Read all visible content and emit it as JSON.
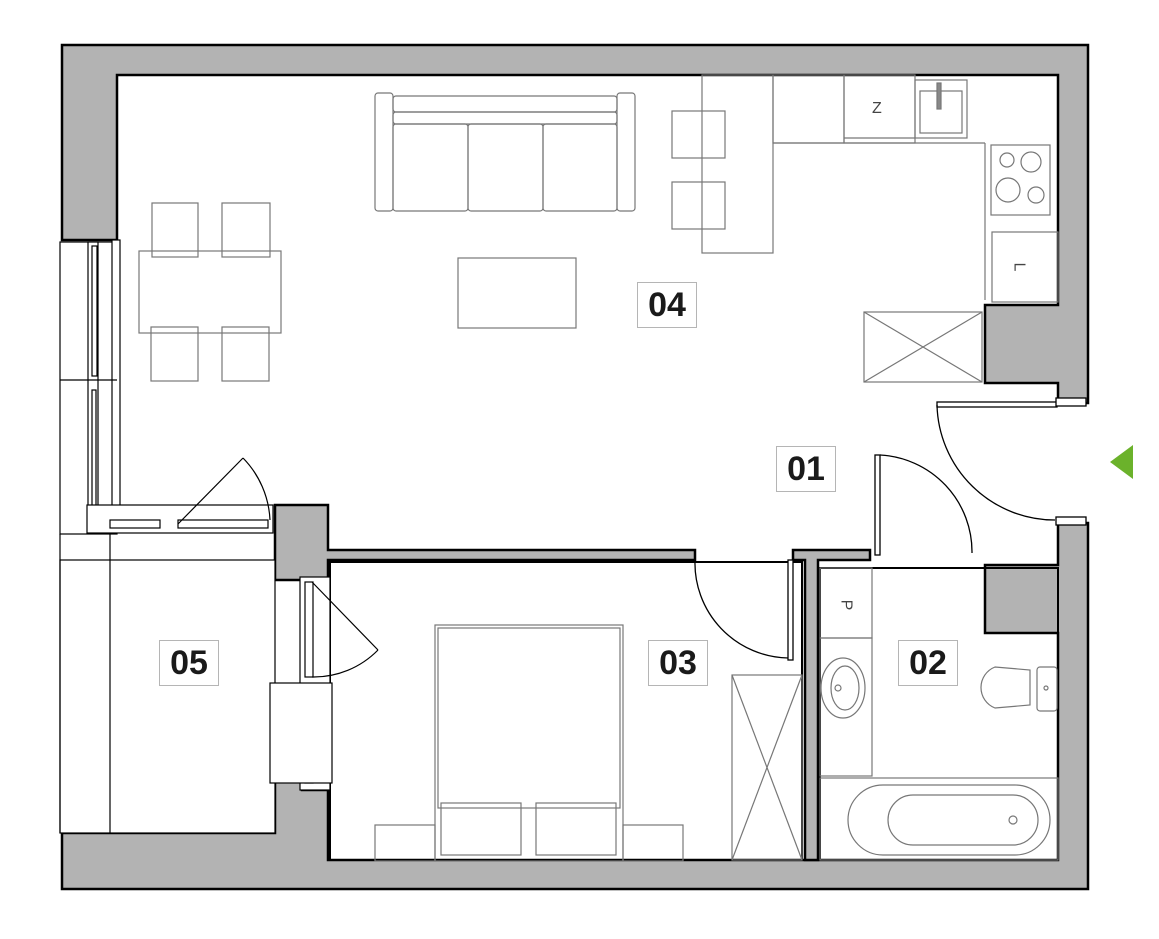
{
  "plan": {
    "wall_color": "#b3b3b3",
    "line_color": "#000000",
    "furniture_color": "#777777",
    "entrance_marker_color": "#6bb22b"
  },
  "rooms": [
    {
      "id": "01",
      "label": "01",
      "name": "hall"
    },
    {
      "id": "02",
      "label": "02",
      "name": "bathroom"
    },
    {
      "id": "03",
      "label": "03",
      "name": "bedroom"
    },
    {
      "id": "04",
      "label": "04",
      "name": "living-room-kitchen"
    },
    {
      "id": "05",
      "label": "05",
      "name": "balcony"
    }
  ],
  "appliance_labels": {
    "fridge": "Z",
    "dishwasher": "L",
    "washing_machine": "P"
  }
}
